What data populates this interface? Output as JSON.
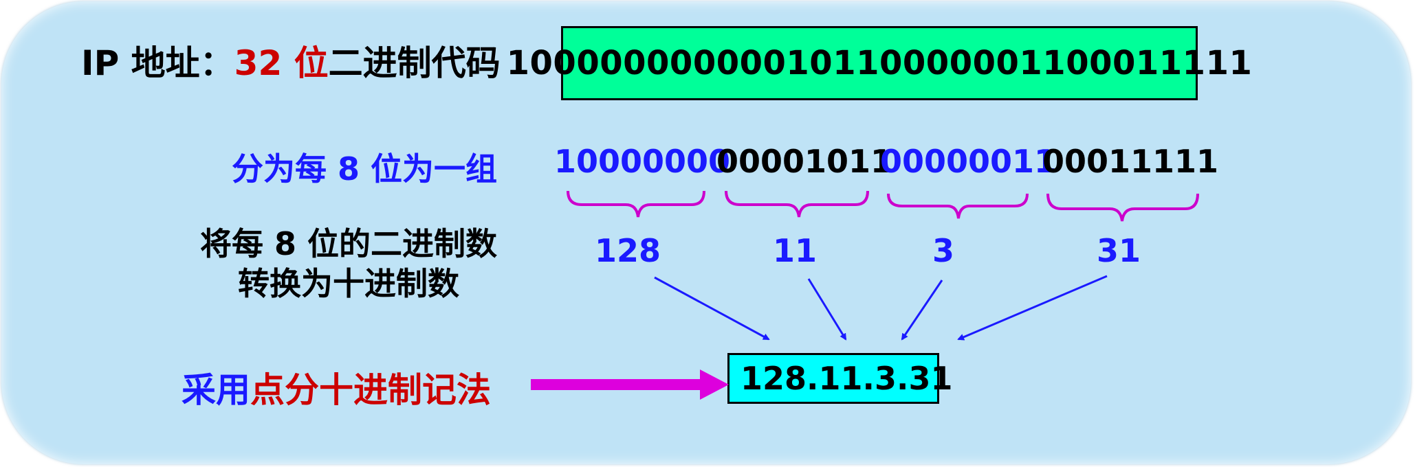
{
  "title": {
    "prefix": "IP 地址：",
    "highlight": "32 位",
    "suffix": "二进制代码"
  },
  "binary": "10000000000010110000001100011111",
  "group_label": "分为每 8 位为一组",
  "groups": [
    {
      "bits": "10000000",
      "color": "#1a1aff"
    },
    {
      "bits": "00001011",
      "color": "#000000"
    },
    {
      "bits": "00000011",
      "color": "#1a1aff"
    },
    {
      "bits": "00011111",
      "color": "#000000"
    }
  ],
  "convert_label": {
    "line1": "将每 8 位的二进制数",
    "line2": "转换为十进制数"
  },
  "decimals": [
    "128",
    "11",
    "3",
    "31"
  ],
  "method_label": {
    "prefix": "采用",
    "highlight": "点分十进制记法"
  },
  "result": "128.11.3.31",
  "colors": {
    "panel": "#bfe3f6",
    "binary_box": "#00ff99",
    "result_box": "#00ffff",
    "brace": "#cc00cc",
    "arrow": "#1a1aff",
    "red": "#cc0000",
    "blue": "#1a1aff",
    "method_arrow": "#dd00dd"
  }
}
